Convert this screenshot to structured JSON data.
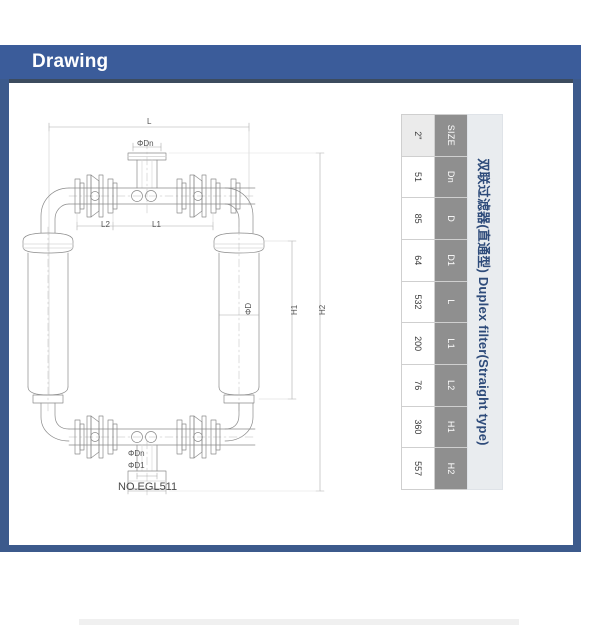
{
  "header": {
    "title": "Drawing"
  },
  "drawing": {
    "part_number": "NO.EGL511",
    "dimension_labels": {
      "L": "L",
      "L1": "L1",
      "L2": "L2",
      "H1": "H1",
      "H2": "H2",
      "Dn_top": "ΦDn",
      "Dn_bottom": "ΦDn",
      "D1_bottom": "ΦD1",
      "D_vessel": "ΦD"
    }
  },
  "spec_table": {
    "title": "双联过滤器(直通型) Duplex filter(Straight type)",
    "headers": [
      "SIZE",
      "Dn",
      "D",
      "D1",
      "L",
      "L1",
      "L2",
      "H1",
      "H2"
    ],
    "rows": [
      [
        "2\"",
        "51",
        "85",
        "64",
        "532",
        "200",
        "76",
        "360",
        "557"
      ]
    ]
  },
  "colors": {
    "header_blue": "#3b5c9a",
    "panel_border": "#3c5a8c",
    "table_header_gray": "#8f8f8f",
    "title_blue": "#2e4b7a"
  }
}
